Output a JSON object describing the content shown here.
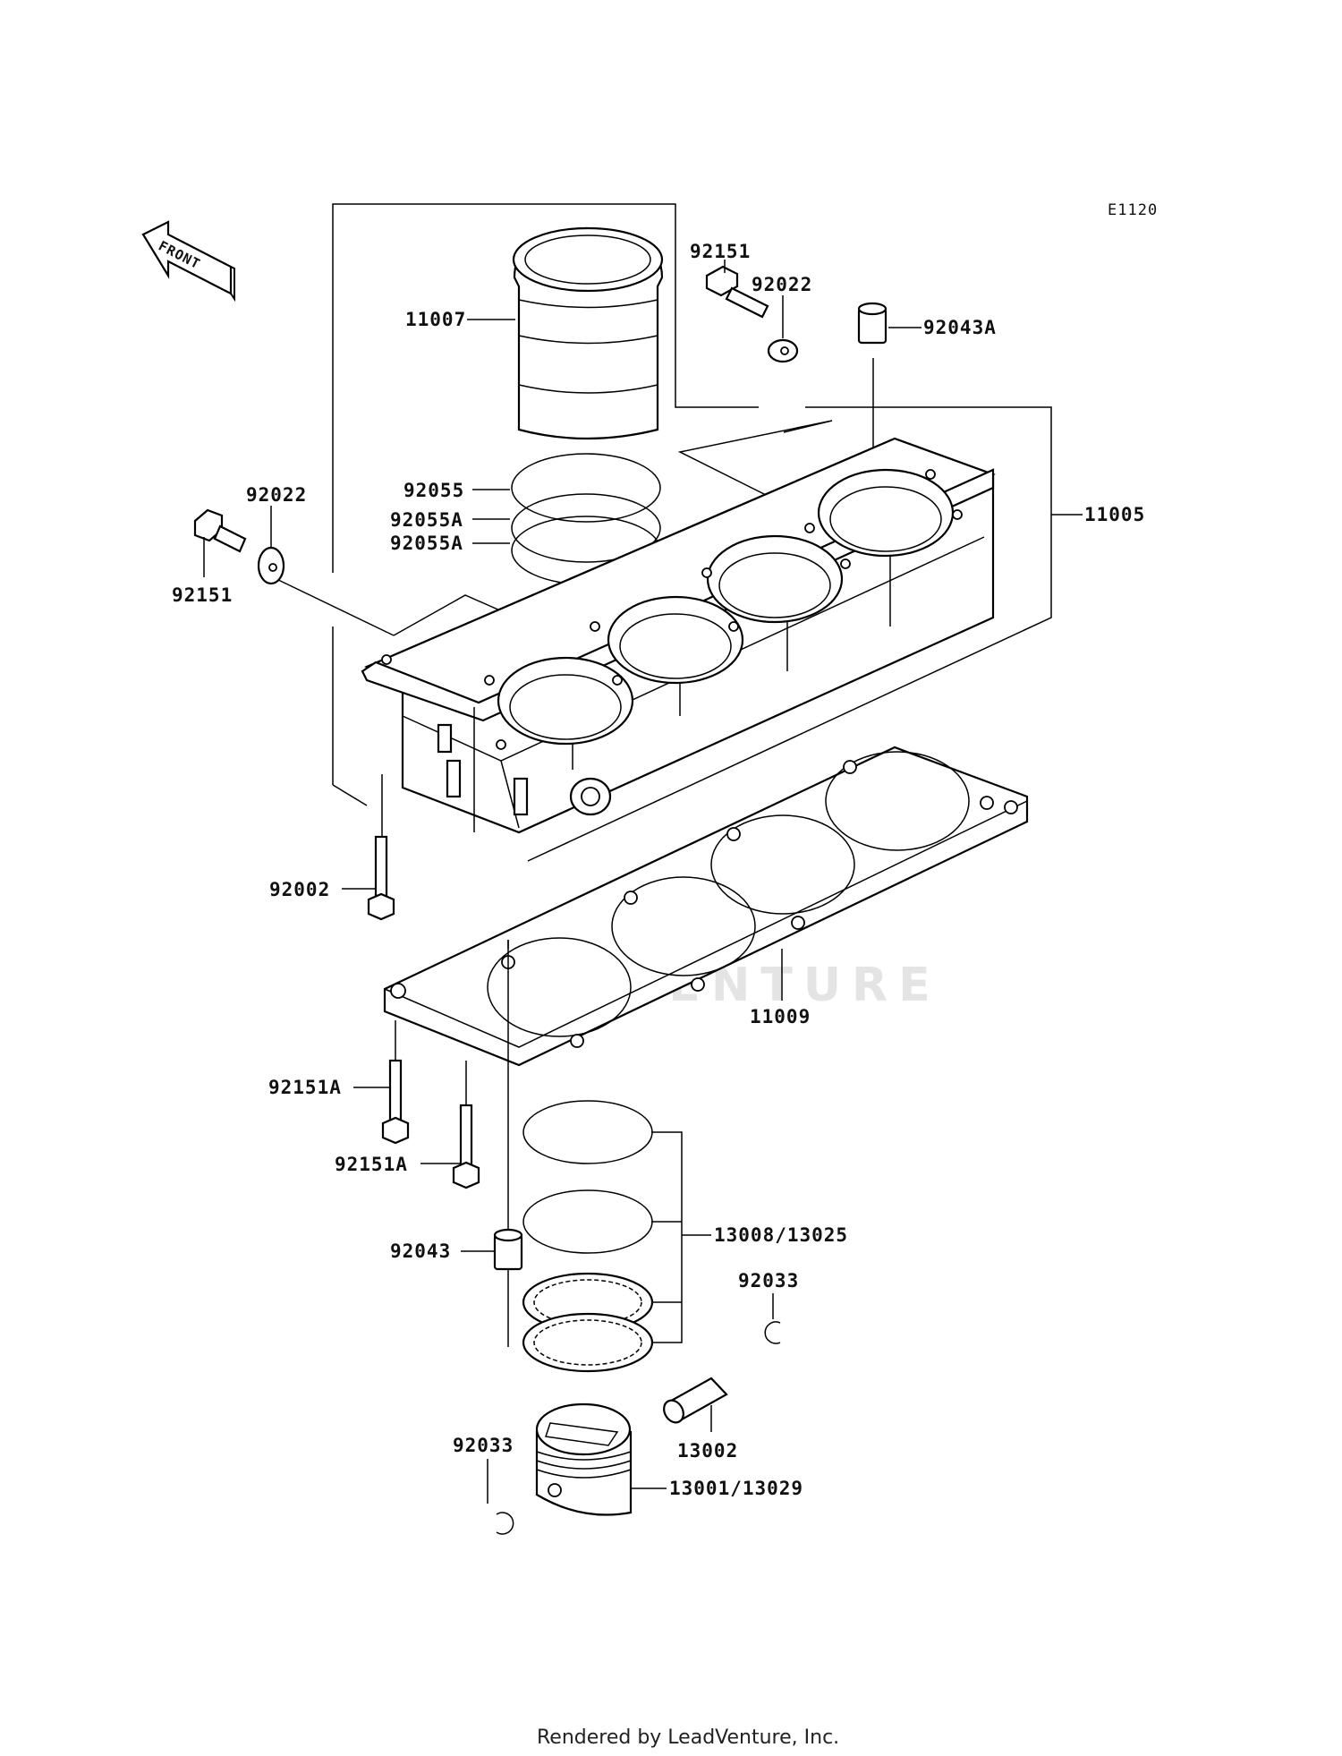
{
  "diagram": {
    "code": "E1120",
    "front_arrow_label": "FRONT",
    "watermark": "LEADVENTURE",
    "footer": "Rendered by LeadVenture, Inc."
  },
  "labels": {
    "p11007": "11007",
    "p92151_top": "92151",
    "p92022_top": "92022",
    "p92043A": "92043A",
    "p92055": "92055",
    "p92055A_1": "92055A",
    "p92055A_2": "92055A",
    "p92022_left": "92022",
    "p92151_left": "92151",
    "p11005": "11005",
    "p92002": "92002",
    "p11009": "11009",
    "p92151A_1": "92151A",
    "p92151A_2": "92151A",
    "p13008": "13008/13025",
    "p92043": "92043",
    "p92033_right": "92033",
    "p13002": "13002",
    "p92033_left": "92033",
    "p13001": "13001/13029"
  }
}
